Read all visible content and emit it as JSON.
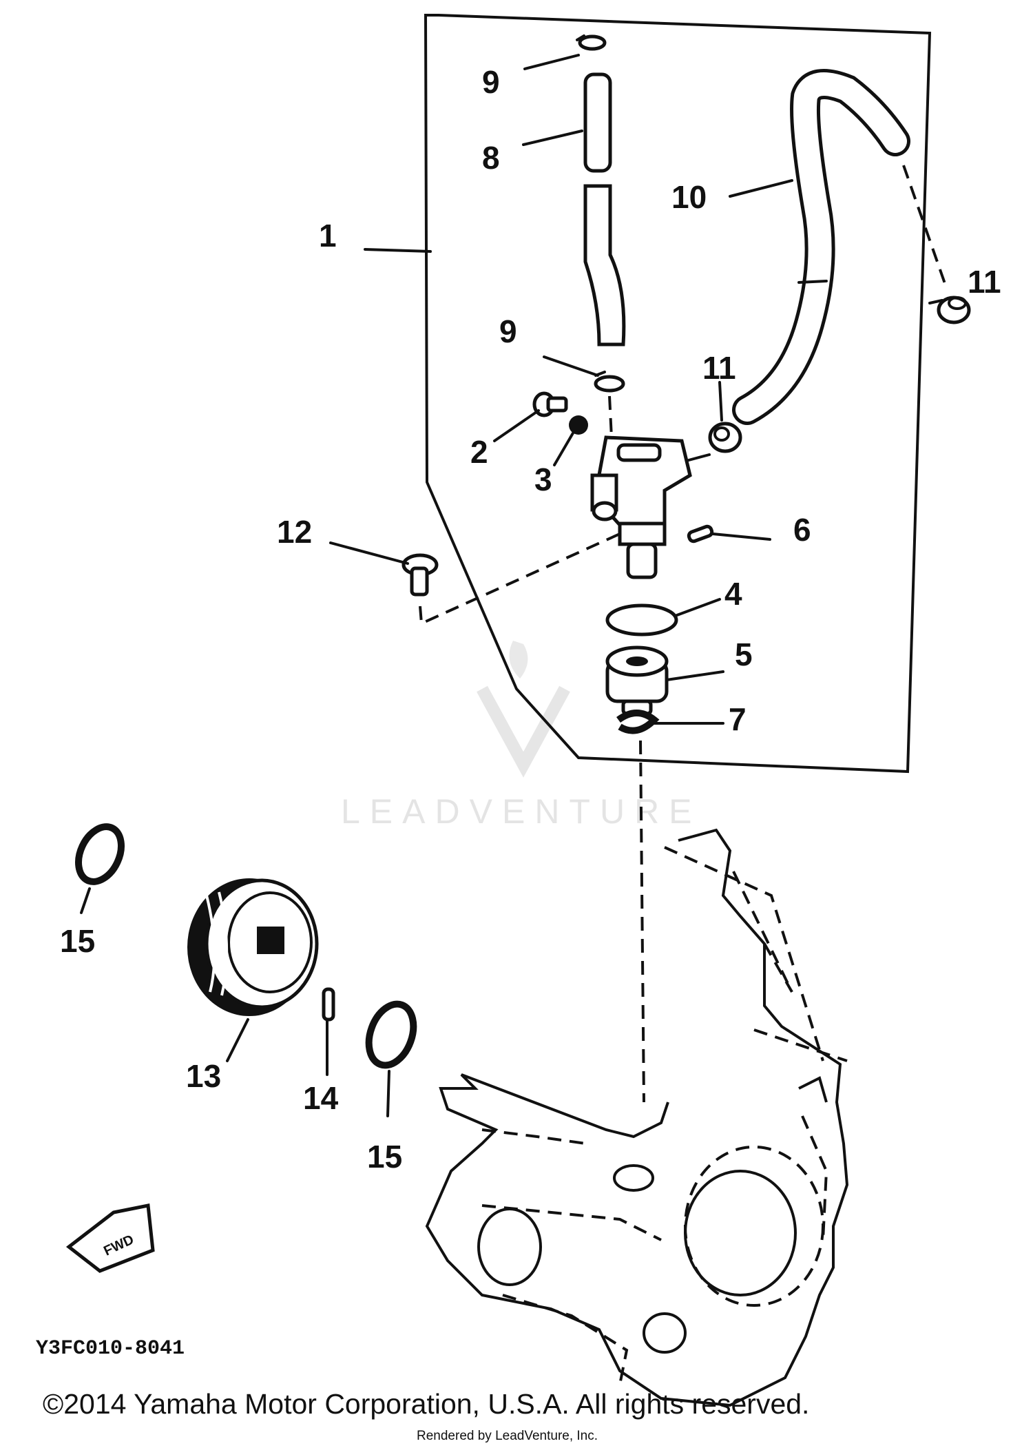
{
  "diagram": {
    "callouts": {
      "c1": "1",
      "c2": "2",
      "c3": "3",
      "c4": "4",
      "c5": "5",
      "c6": "6",
      "c7": "7",
      "c8": "8",
      "c9a": "9",
      "c9b": "9",
      "c10": "10",
      "c11a": "11",
      "c11b": "11",
      "c12": "12",
      "c13": "13",
      "c14": "14",
      "c15a": "15",
      "c15b": "15"
    },
    "drawing_code": "Y3FC010-8041",
    "fwd_label": "FWD",
    "watermark": "LEADVENTURE"
  },
  "footer": {
    "copyright": "©2014 Yamaha Motor Corporation, U.S.A. All rights reserved.",
    "rendered_by": "Rendered by LeadVenture, Inc."
  }
}
